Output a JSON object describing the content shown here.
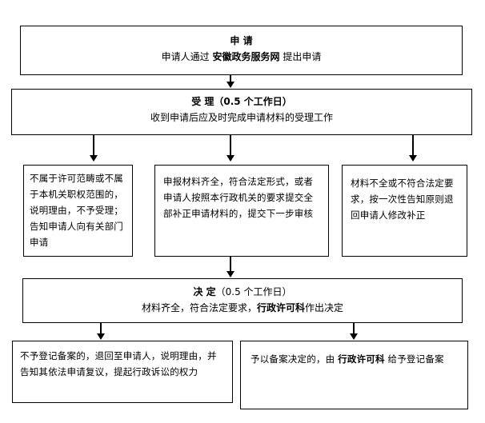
{
  "apply": {
    "title": "申 请",
    "line_prefix": "申请人通过",
    "line_bold": "安徽政务服务网",
    "line_suffix": "提出申请"
  },
  "accept": {
    "title_bold": "受 理",
    "title_suffix": "（0.5 个工作日）",
    "line": "收到申请后应及时完成申请材料的受理工作"
  },
  "branch_left": {
    "text": "不属于许可范畴或不属于本机关职权范围的，说明理由，不予受理；告知申请人向有关部门申请"
  },
  "branch_middle": {
    "text": "申报材料齐全，符合法定形式，或者申请人按照本行政机关的要求提交全部补正申请材料的，提交下一步审核"
  },
  "branch_right": {
    "text": "材料不全或不符合法定要求，按一次性告知原则退回申请人修改补正"
  },
  "decide": {
    "title_bold": "决 定",
    "title_suffix": "（0.5 个工作日）",
    "line_prefix": "材料齐全，符合法定要求，",
    "line_bold": "行政许可科",
    "line_suffix": "作出决定"
  },
  "result_left": {
    "text": "不予登记备案的，退回至申请人，说明理由，并告知其依法申请复议，提起行政诉讼的权力"
  },
  "result_right": {
    "prefix": "予以备案决定的，由",
    "bold": "行政许可科",
    "suffix": "给予登记备案"
  }
}
